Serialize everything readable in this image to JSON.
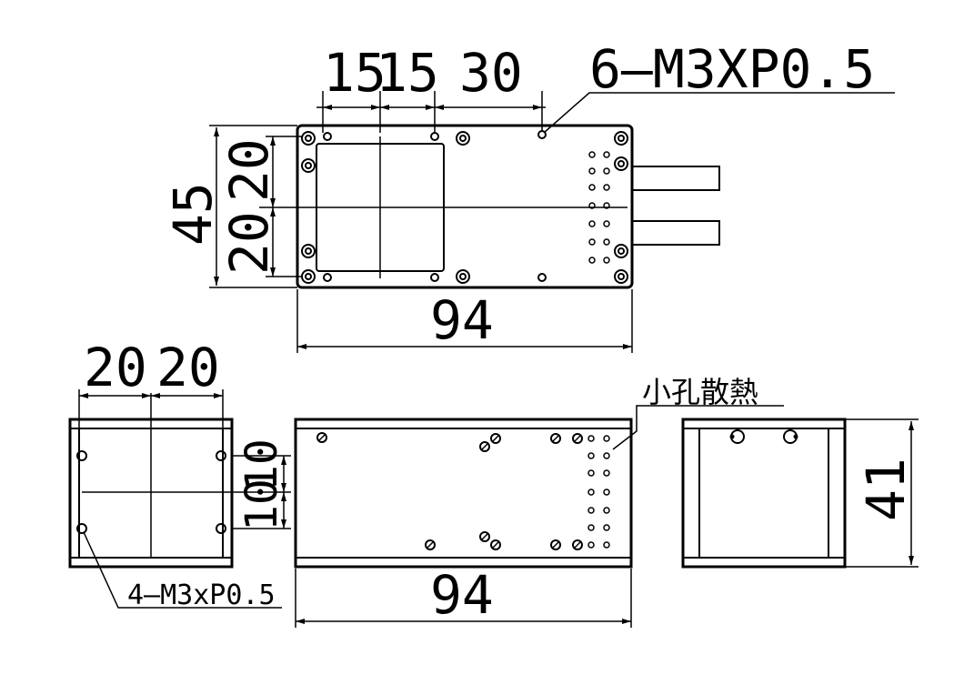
{
  "top_view": {
    "dims": {
      "w15a": "15",
      "w15b": "15",
      "w30": "30",
      "thread": "6—M3XP0.5",
      "h45": "45",
      "h20a": "20",
      "h20b": "20",
      "w94": "94"
    }
  },
  "front_view": {
    "dims": {
      "w20a": "20",
      "w20b": "20",
      "h10a": "10",
      "h10b": "10",
      "thread": "4—M3xP0.5"
    }
  },
  "side_view": {
    "dims": {
      "w94": "94",
      "note": "小孔散熱"
    }
  },
  "end_view": {
    "dims": {
      "h41": "41"
    }
  }
}
